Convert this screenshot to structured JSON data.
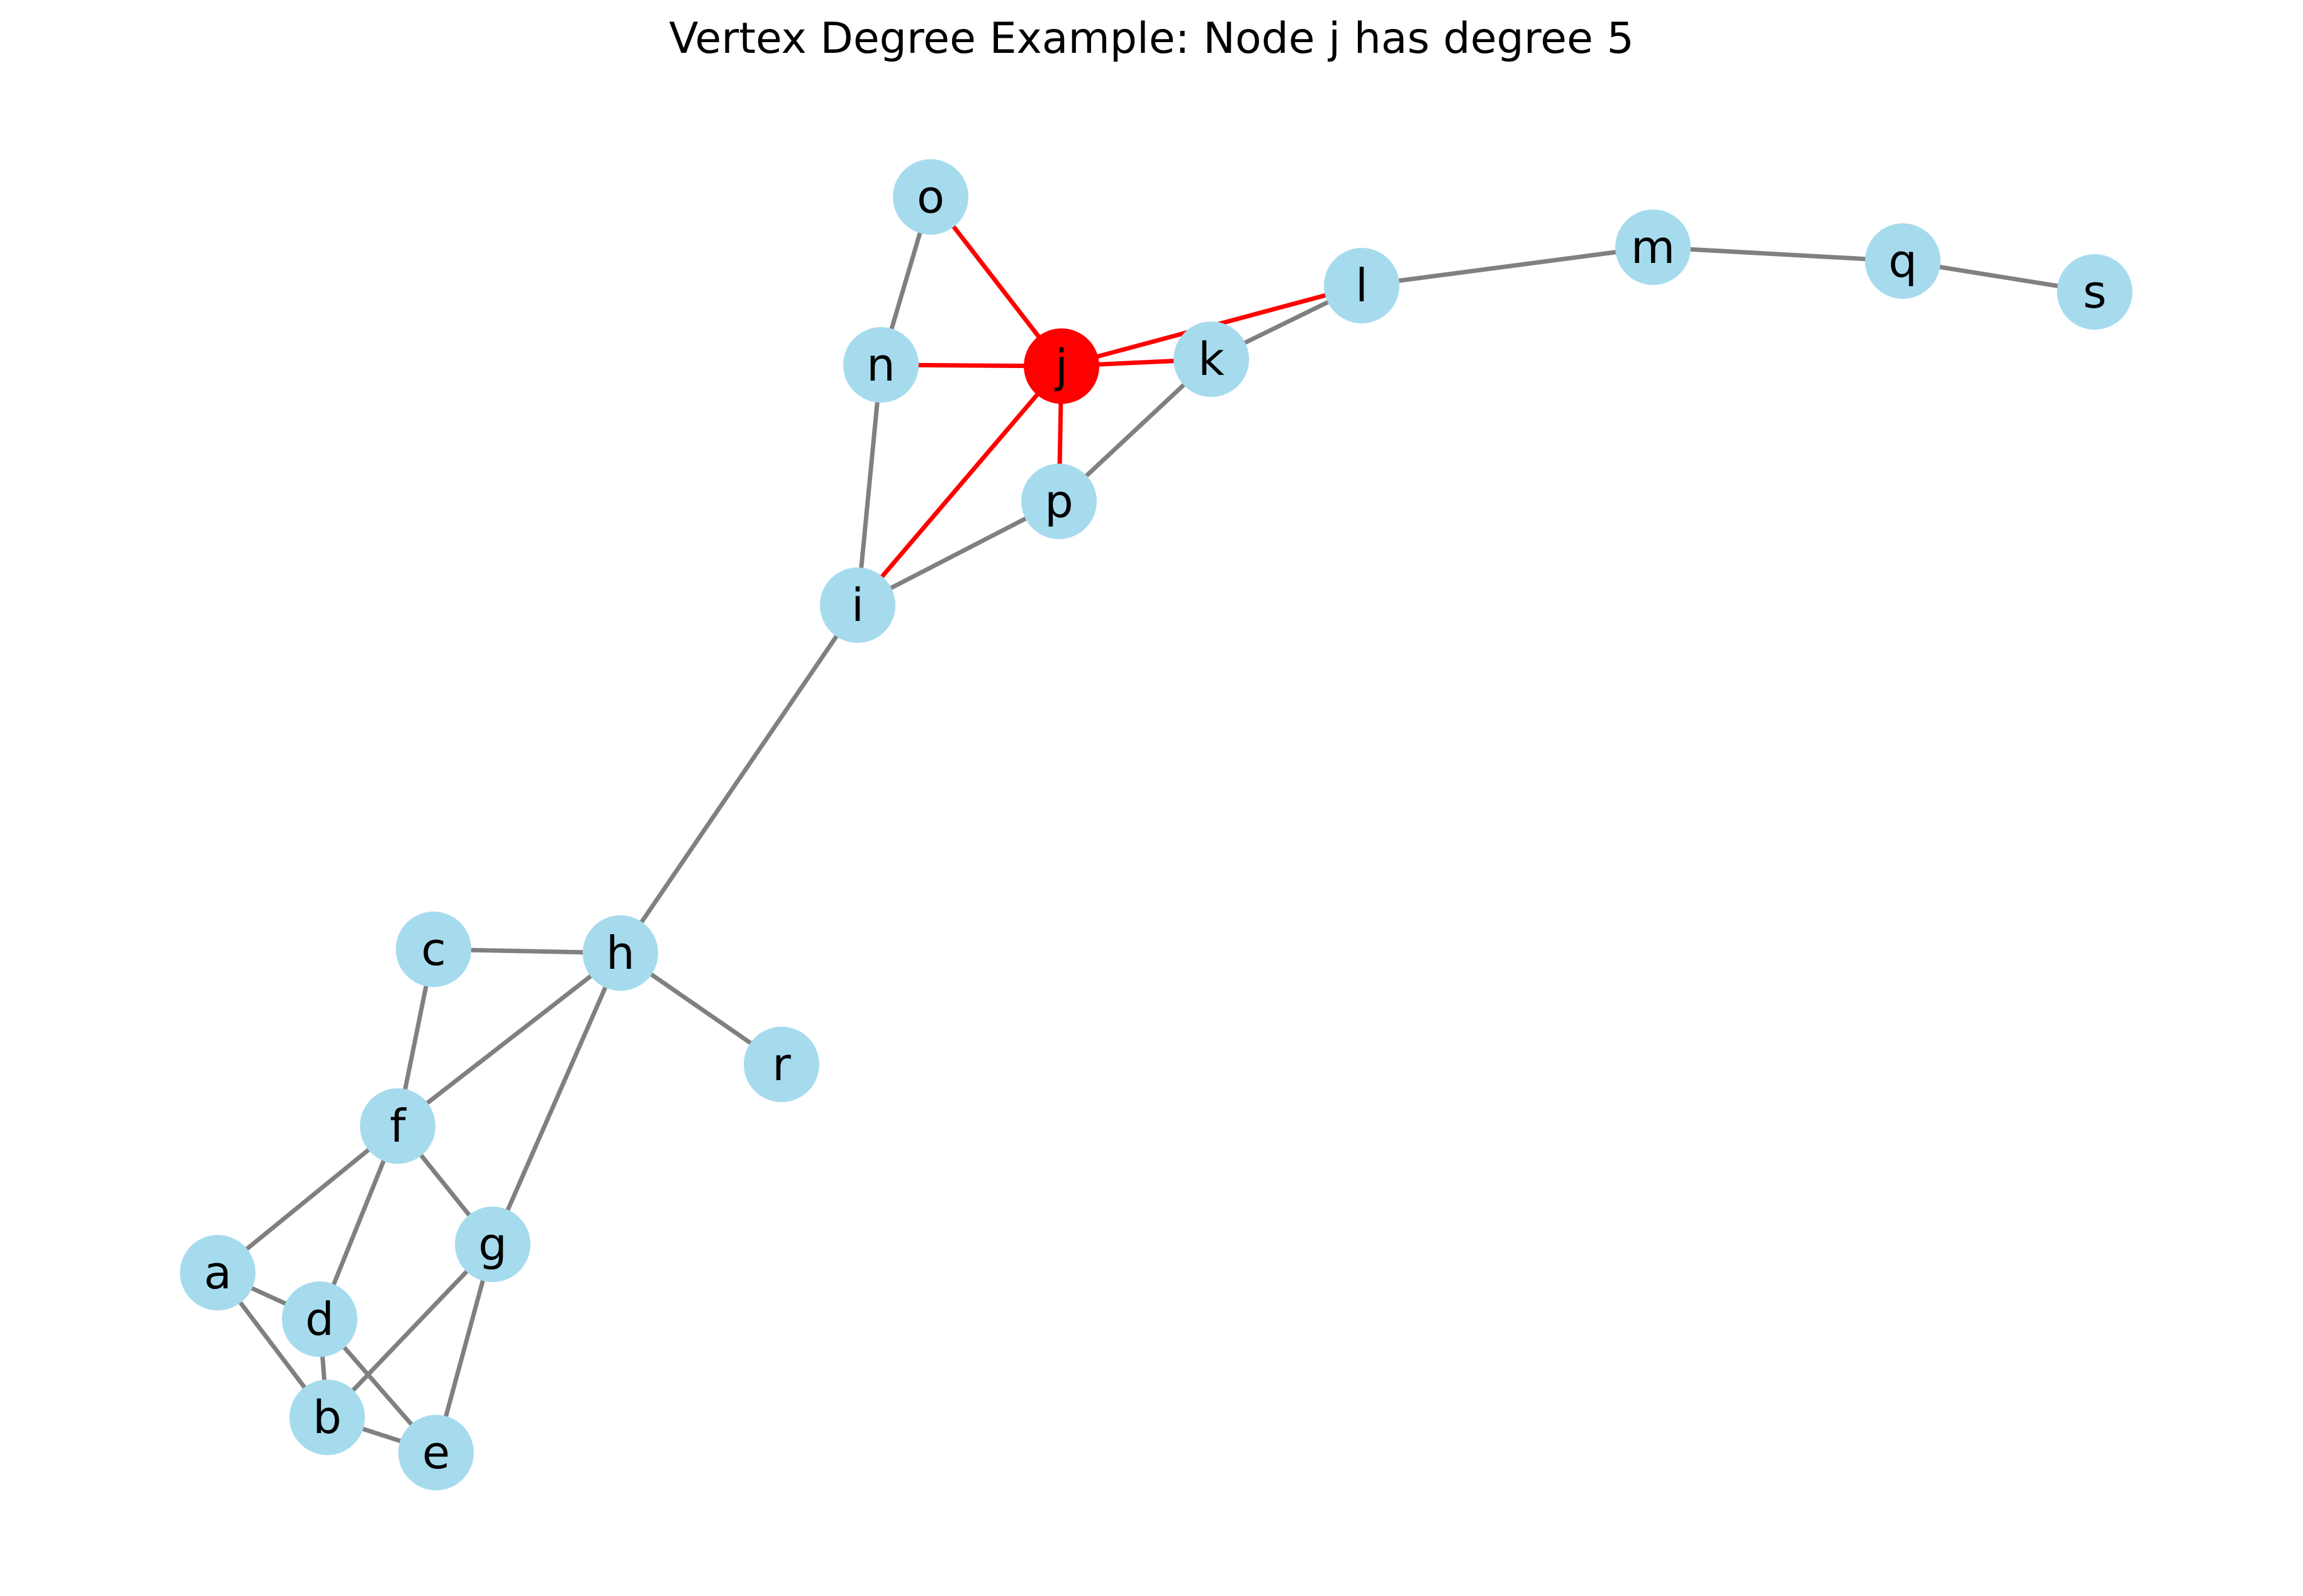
{
  "title": "Vertex Degree Example: Node j has degree 5",
  "colors": {
    "node_fill": "#a6dbee",
    "highlight_fill": "#ff0000",
    "edge": "#808080",
    "highlight_edge": "#ff0000"
  },
  "nodes": [
    {
      "id": "a",
      "label": "a",
      "highlight": false
    },
    {
      "id": "b",
      "label": "b",
      "highlight": false
    },
    {
      "id": "c",
      "label": "c",
      "highlight": false
    },
    {
      "id": "d",
      "label": "d",
      "highlight": false
    },
    {
      "id": "e",
      "label": "e",
      "highlight": false
    },
    {
      "id": "f",
      "label": "f",
      "highlight": false
    },
    {
      "id": "g",
      "label": "g",
      "highlight": false
    },
    {
      "id": "h",
      "label": "h",
      "highlight": false
    },
    {
      "id": "i",
      "label": "i",
      "highlight": false
    },
    {
      "id": "j",
      "label": "j",
      "highlight": true
    },
    {
      "id": "k",
      "label": "k",
      "highlight": false
    },
    {
      "id": "l",
      "label": "l",
      "highlight": false
    },
    {
      "id": "m",
      "label": "m",
      "highlight": false
    },
    {
      "id": "n",
      "label": "n",
      "highlight": false
    },
    {
      "id": "o",
      "label": "o",
      "highlight": false
    },
    {
      "id": "p",
      "label": "p",
      "highlight": false
    },
    {
      "id": "q",
      "label": "q",
      "highlight": false
    },
    {
      "id": "r",
      "label": "r",
      "highlight": false
    },
    {
      "id": "s",
      "label": "s",
      "highlight": false
    }
  ],
  "edges": [
    {
      "source": "a",
      "target": "b",
      "highlight": false
    },
    {
      "source": "a",
      "target": "d",
      "highlight": false
    },
    {
      "source": "a",
      "target": "f",
      "highlight": false
    },
    {
      "source": "b",
      "target": "d",
      "highlight": false
    },
    {
      "source": "b",
      "target": "e",
      "highlight": false
    },
    {
      "source": "b",
      "target": "g",
      "highlight": false
    },
    {
      "source": "d",
      "target": "e",
      "highlight": false
    },
    {
      "source": "d",
      "target": "f",
      "highlight": false
    },
    {
      "source": "e",
      "target": "g",
      "highlight": false
    },
    {
      "source": "f",
      "target": "g",
      "highlight": false
    },
    {
      "source": "f",
      "target": "c",
      "highlight": false
    },
    {
      "source": "f",
      "target": "h",
      "highlight": false
    },
    {
      "source": "g",
      "target": "h",
      "highlight": false
    },
    {
      "source": "c",
      "target": "h",
      "highlight": false
    },
    {
      "source": "h",
      "target": "r",
      "highlight": false
    },
    {
      "source": "h",
      "target": "i",
      "highlight": false
    },
    {
      "source": "i",
      "target": "n",
      "highlight": false
    },
    {
      "source": "i",
      "target": "p",
      "highlight": false
    },
    {
      "source": "i",
      "target": "j",
      "highlight": true
    },
    {
      "source": "n",
      "target": "o",
      "highlight": false
    },
    {
      "source": "n",
      "target": "j",
      "highlight": true
    },
    {
      "source": "o",
      "target": "j",
      "highlight": true
    },
    {
      "source": "j",
      "target": "p",
      "highlight": true
    },
    {
      "source": "j",
      "target": "k",
      "highlight": true
    },
    {
      "source": "j",
      "target": "l",
      "highlight": true
    },
    {
      "source": "k",
      "target": "l",
      "highlight": false
    },
    {
      "source": "k",
      "target": "p",
      "highlight": false
    },
    {
      "source": "l",
      "target": "m",
      "highlight": false
    },
    {
      "source": "m",
      "target": "q",
      "highlight": false
    },
    {
      "source": "q",
      "target": "s",
      "highlight": false
    }
  ]
}
